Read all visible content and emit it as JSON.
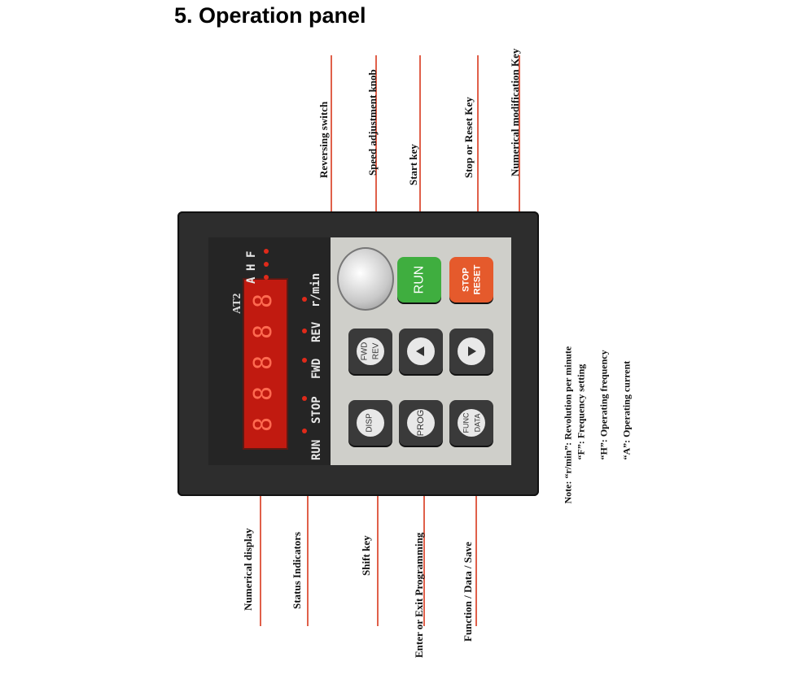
{
  "title": "5. Operation panel",
  "top_labels": {
    "reversing_switch": "Reversing switch",
    "speed_knob": "Speed adjustment knob",
    "start_key": "Start key",
    "stop_reset_key": "Stop or Reset Key",
    "numerical_modification": "Numerical modification Key"
  },
  "bottom_labels": {
    "numerical_display": "Numerical display",
    "status_indicators": "Status Indicators",
    "shift_key": "Shift key",
    "enter_exit": "Enter or Exit Programming",
    "function_data": "Function / Data / Save"
  },
  "panel": {
    "model": "AT2",
    "display_digits": [
      "8",
      "8",
      "8",
      "8",
      "8"
    ],
    "unit_leds": [
      "F",
      "H",
      "A"
    ],
    "status": {
      "rpm": "r/min",
      "rev": "REV",
      "fwd": "FWD",
      "stop": "STOP",
      "run": "RUN"
    },
    "keys": {
      "run": "RUN",
      "stop_line1": "STOP",
      "stop_line2": "RESET",
      "fwd_line1": "FWD",
      "fwd_line2": "REV",
      "disp": "DISP",
      "prog": "PROG",
      "func_line1": "FUNC",
      "func_line2": "DATA"
    }
  },
  "notes": {
    "rpm": "Note: “r/min”:  Revolution per minute",
    "f": "“F”:          Frequency setting",
    "h": "“H”:          Operating frequency",
    "a": "“A”:          Operating current"
  },
  "colors": {
    "arrow": "#e0604a",
    "run_key": "#3fae3f",
    "stop_key": "#e55a2c",
    "display": "#c11a10"
  }
}
